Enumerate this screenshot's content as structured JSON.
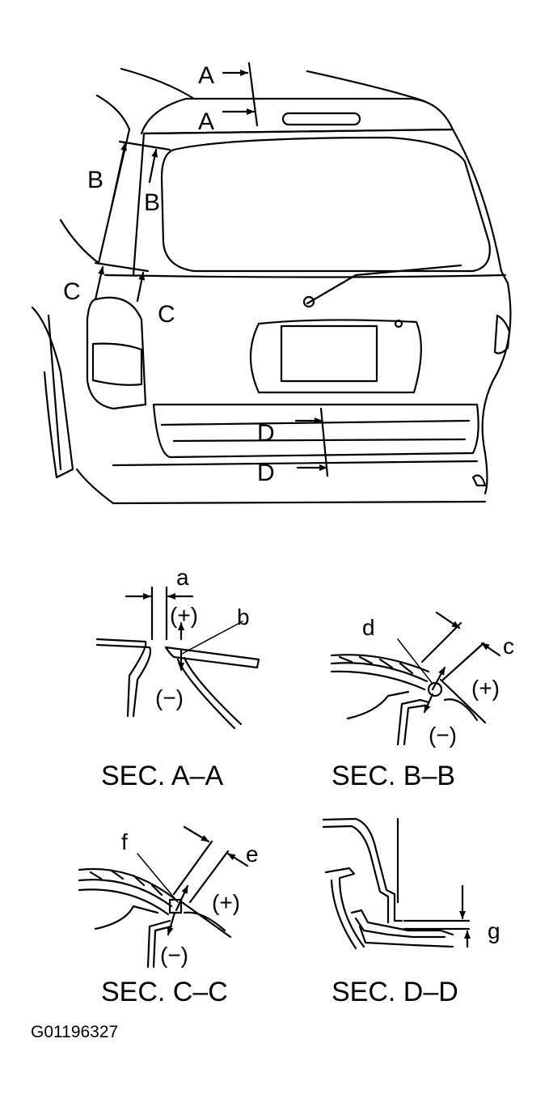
{
  "figure_id": "G01196327",
  "vehicle_labels": {
    "A_upper": "A",
    "A_lower": "A",
    "B_left": "B",
    "B_right": "B",
    "C_left": "C",
    "C_right": "C",
    "D_upper": "D",
    "D_lower": "D"
  },
  "sections": [
    {
      "id": "AA",
      "title": "SEC. A–A",
      "labels": {
        "a": "a",
        "b": "b",
        "plus": "(+)",
        "minus": "(−)"
      }
    },
    {
      "id": "BB",
      "title": "SEC. B–B",
      "labels": {
        "c": "c",
        "d": "d",
        "plus": "(+)",
        "minus": "(−)"
      }
    },
    {
      "id": "CC",
      "title": "SEC. C–C",
      "labels": {
        "e": "e",
        "f": "f",
        "plus": "(+)",
        "minus": "(−)"
      }
    },
    {
      "id": "DD",
      "title": "SEC. D–D",
      "labels": {
        "g": "g"
      }
    }
  ]
}
